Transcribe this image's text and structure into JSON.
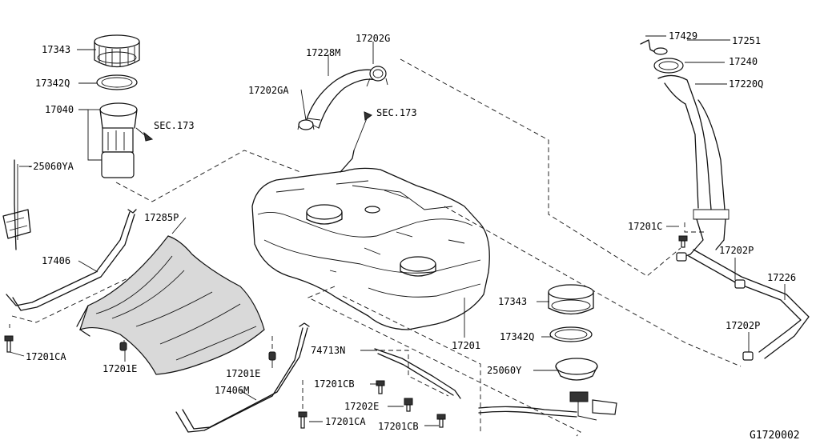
{
  "diagram_code": "G1720002",
  "labels": {
    "p17343_top": "17343",
    "p17342q_top": "17342Q",
    "p17040": "17040",
    "p25060ya": "-25060YA",
    "sec173_left": "SEC.173",
    "p17228m": "17228M",
    "p17202g": "17202G",
    "p17202ga": "17202GA",
    "sec173_mid": "SEC.173",
    "p17429": "17429",
    "p17251": "17251",
    "p17240": "17240",
    "p17220q": "17220Q",
    "p17201c": "17201C",
    "p17202p_top": "17202P",
    "p17226": "17226",
    "p17202p_bottom": "17202P",
    "p17285p": "17285P",
    "p17406": "17406",
    "p17201ca_left": "17201CA",
    "p17201e_left": "17201E",
    "p17201e_right": "17201E",
    "p17406m": "17406M",
    "p17201": "17201",
    "p17343_bottom": "17343",
    "p17342q_bottom": "17342Q",
    "p25060y": "25060Y",
    "p74713n": "74713N",
    "p17201cb_top": "17201CB",
    "p17202e": "17202E",
    "p17201ca_bottom": "17201CA",
    "p17201cb_bottom": "17201CB"
  }
}
